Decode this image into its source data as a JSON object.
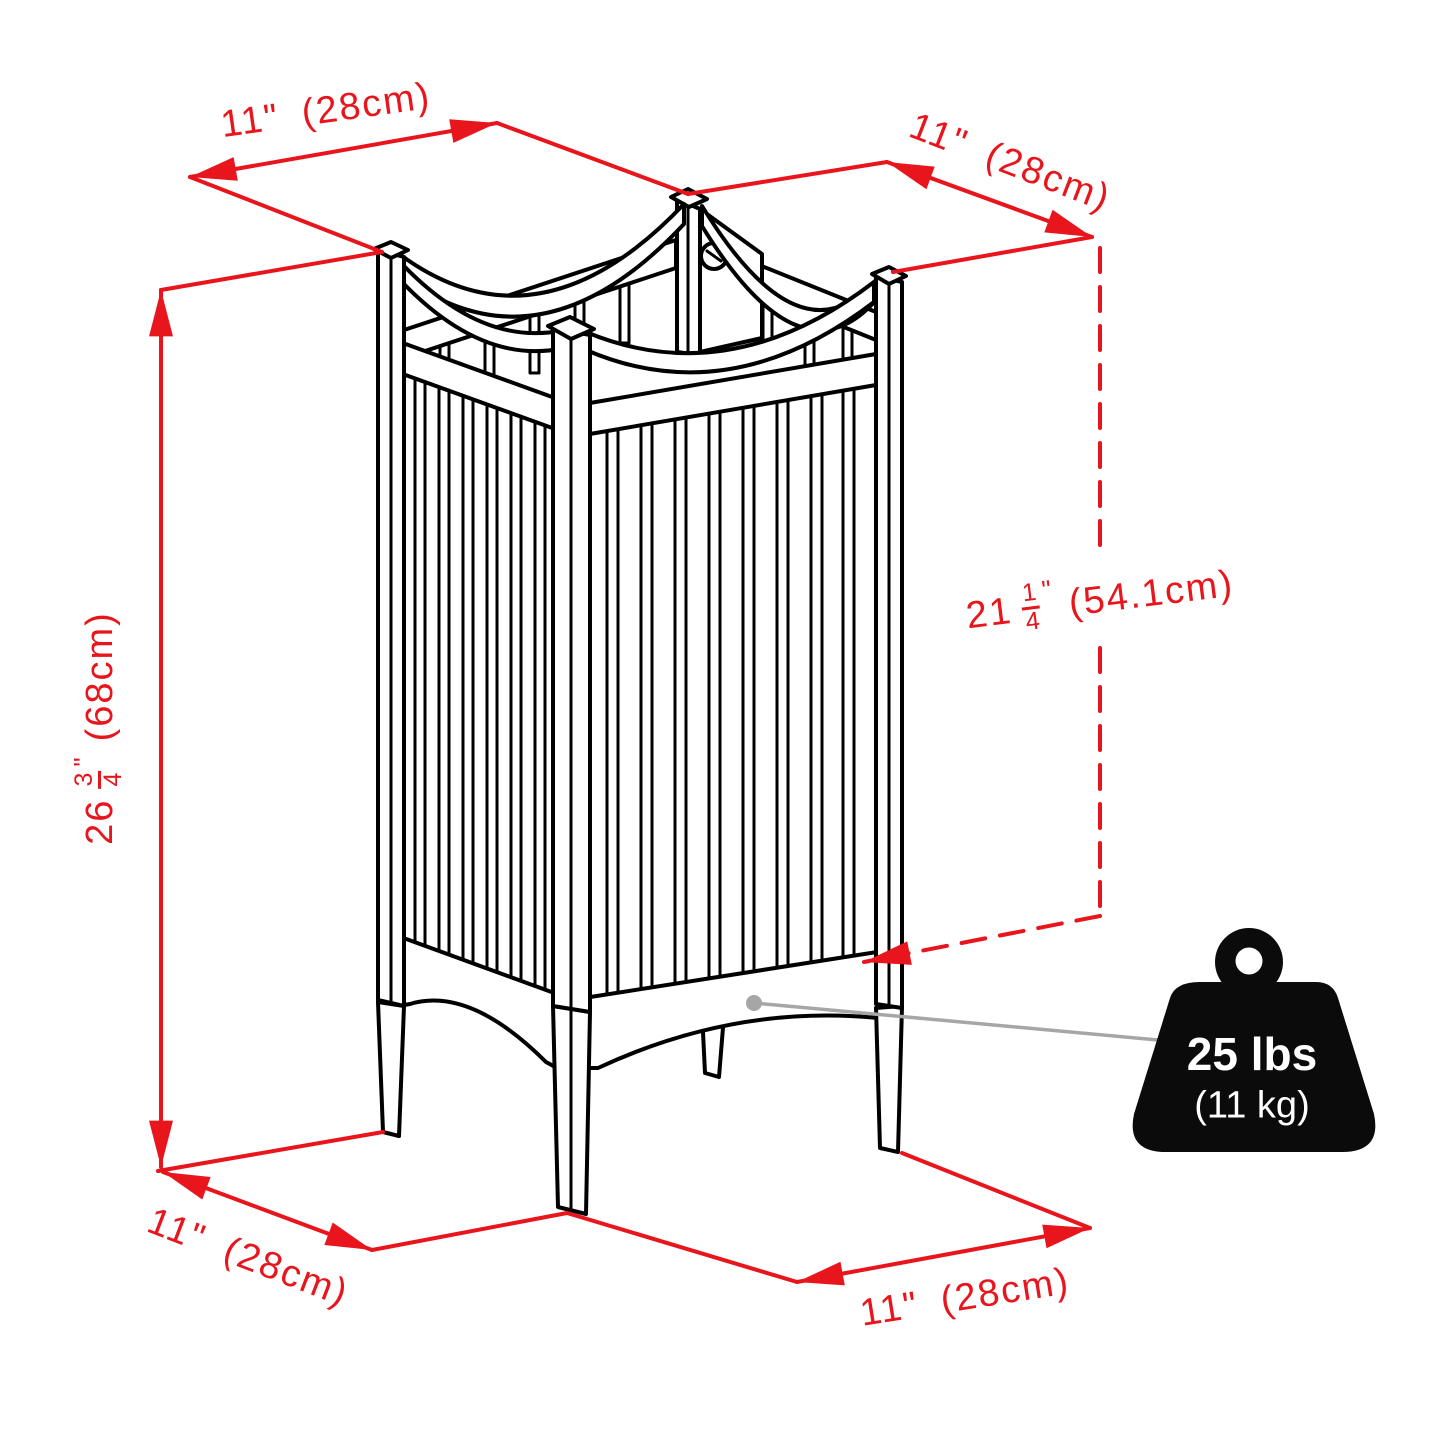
{
  "diagram": {
    "dimensions": {
      "top_width": "11\" (28cm)",
      "top_depth": "11\" (28cm)",
      "bottom_width": "11\" (28cm)",
      "bottom_depth": "11\" (28cm)",
      "height": {
        "whole": "26",
        "numerator": "3",
        "denominator": "4",
        "unit_mark": "\"",
        "metric": "(68cm)"
      },
      "inner_height": {
        "whole": "21",
        "numerator": "1",
        "denominator": "4",
        "unit_mark": "\"",
        "metric": "(54.1cm)"
      }
    },
    "weight_capacity": {
      "pounds": "25 lbs",
      "kilograms": "(11 kg)"
    },
    "colors": {
      "dimension_red": "#e8151c",
      "drawing_black": "#000000",
      "callout_gray": "#a6a6a6",
      "badge_black": "#0b0b0b",
      "background": "#ffffff"
    }
  }
}
